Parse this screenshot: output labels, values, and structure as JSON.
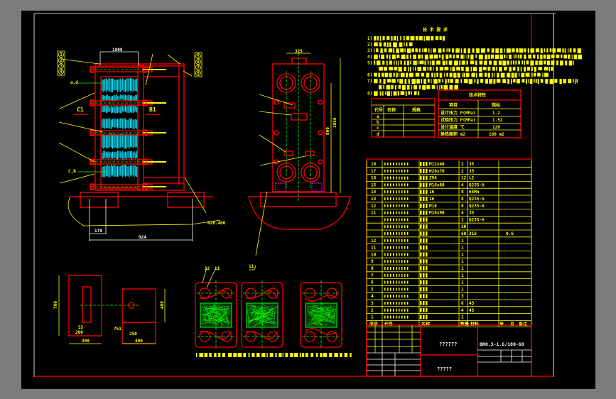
{
  "colors": {
    "background": "#000000",
    "outline": "#ff0000",
    "text": "#ffff00",
    "centerline": "#00ff00",
    "plates": "#00e5ff",
    "border": "#ffffff"
  },
  "notes": {
    "title": "技 术 要 求",
    "items": [
      "1)",
      "2)",
      "3)",
      "4)",
      "5)",
      "",
      "6)",
      "7)",
      "",
      "8)"
    ]
  },
  "main_view": {
    "dim_top": "1808",
    "dim_bottom": "924",
    "dim_foot": "170",
    "label_c1": "C1",
    "label_b1": "B1",
    "label_a_d": "a,d",
    "label_c_b": "C,b",
    "label_r": "R20.400",
    "balloons_left": [
      "1",
      "2",
      "3",
      "4"
    ],
    "balloons_right": [
      "5",
      "6",
      "7",
      "8"
    ]
  },
  "side_view": {
    "dim_top": "325",
    "dim_h1": "1056",
    "dim_h2": "800"
  },
  "detail_views": {
    "dim_left_h": "700",
    "dim_left_w": "300",
    "dim_left_w2": "200",
    "dim_left_small": "55",
    "dim_right_h": "400",
    "dim_right_w": "400",
    "dim_right_w2": "250",
    "dim_gap": "751",
    "balloons": [
      "12",
      "11",
      "11"
    ]
  },
  "nozzle_table": {
    "headers": [
      "代号",
      "名称",
      "规格"
    ],
    "rows": [
      [
        "a",
        "",
        ""
      ],
      [
        "b",
        "",
        ""
      ],
      [
        "c",
        "",
        ""
      ],
      [
        "d",
        "",
        ""
      ]
    ]
  },
  "tech_table": {
    "title": "技术特性",
    "headers": [
      "项目",
      "指标"
    ],
    "rows": [
      [
        "设计压力 P(MPa)",
        "1.2"
      ],
      [
        "试验压力 P(MPa)",
        "1.52"
      ],
      [
        "设计温度 ℃",
        "120"
      ],
      [
        "换热面积 m2",
        "180 m2"
      ]
    ]
  },
  "parts_list": {
    "rows": [
      {
        "no": "18",
        "spec": "M12x40",
        "qty": "2",
        "mat": "35"
      },
      {
        "no": "17",
        "spec": "M20x70",
        "qty": "2",
        "mat": "35"
      },
      {
        "no": "16",
        "spec": "Z94",
        "qty": "12",
        "mat": "L2"
      },
      {
        "no": "15",
        "spec": "M16x60",
        "qty": "4",
        "mat": "Q235-A"
      },
      {
        "no": "14",
        "spec": "16",
        "qty": "8",
        "mat": "65Mn"
      },
      {
        "no": "13",
        "spec": "16",
        "qty": "8",
        "mat": "Q235-A"
      },
      {
        "no": "12",
        "spec": "M16",
        "qty": "8",
        "mat": "Q235-A"
      },
      {
        "no": "11",
        "spec": "M16x90",
        "qty": "4",
        "mat": "35"
      },
      {
        "no": "",
        "spec": "",
        "qty": "1",
        "mat": "Q235-A"
      },
      {
        "no": "",
        "spec": "",
        "qty": "30",
        "mat": ""
      },
      {
        "no": "",
        "spec": "",
        "qty": "60",
        "mat": "316",
        "note": "0.6"
      },
      {
        "no": "12",
        "spec": "",
        "qty": "1",
        "mat": ""
      },
      {
        "no": "11",
        "spec": "",
        "qty": "1",
        "mat": ""
      },
      {
        "no": "10",
        "spec": "",
        "qty": "1",
        "mat": ""
      },
      {
        "no": "9",
        "spec": "",
        "qty": "1",
        "mat": ""
      },
      {
        "no": "8",
        "spec": "",
        "qty": "1",
        "mat": ""
      },
      {
        "no": "7",
        "spec": "",
        "qty": "1",
        "mat": ""
      },
      {
        "no": "6",
        "spec": "",
        "qty": "1",
        "mat": ""
      },
      {
        "no": "5",
        "spec": "",
        "qty": "1",
        "mat": ""
      },
      {
        "no": "4",
        "spec": "",
        "qty": "3",
        "mat": ""
      },
      {
        "no": "3",
        "spec": "",
        "qty": "6",
        "mat": "45"
      },
      {
        "no": "2",
        "spec": "",
        "qty": "4",
        "mat": "45"
      },
      {
        "no": "1",
        "spec": "",
        "qty": "1",
        "mat": ""
      }
    ],
    "header": [
      "序号",
      "代号",
      "名称",
      "数量",
      "材料",
      "单",
      "总",
      "备注"
    ]
  },
  "title_block": {
    "project": "??????",
    "drawing_name": "?????",
    "drawing_number": "BR0.3-1.6/180-60"
  }
}
